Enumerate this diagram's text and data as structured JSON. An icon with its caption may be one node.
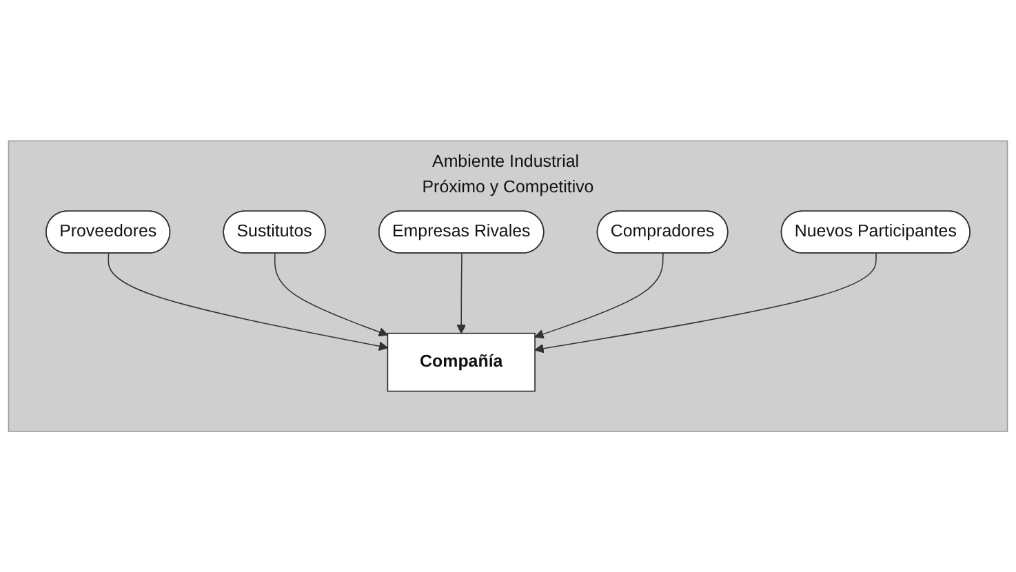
{
  "diagram": {
    "nodes": [
      {
        "text": [
          "Ambiente Industrial Próximo y Competitivo"
        ]
      },
      {
        "text": [
          "Proveedores"
        ],
        "in": 0
      },
      {
        "text": [
          "Sustitutos"
        ],
        "in": 0
      },
      {
        "text": [
          "Compañía"
        ],
        "in": 0
      },
      {
        "text": [
          "Empresas Rivales"
        ],
        "in": 0
      },
      {
        "text": [
          "Compradores"
        ],
        "in": 0
      },
      {
        "text": [
          "Nuevos Participantes"
        ],
        "in": 0
      }
    ],
    "edges": [
      {
        "from": 1,
        "to": 3,
        "arrow": "to"
      },
      {
        "from": 2,
        "to": 3,
        "arrow": "to"
      },
      {
        "from": 4,
        "to": 3,
        "arrow": "to"
      },
      {
        "from": 5,
        "to": 3,
        "arrow": "to"
      },
      {
        "from": 6,
        "to": 3,
        "arrow": "to"
      }
    ]
  }
}
